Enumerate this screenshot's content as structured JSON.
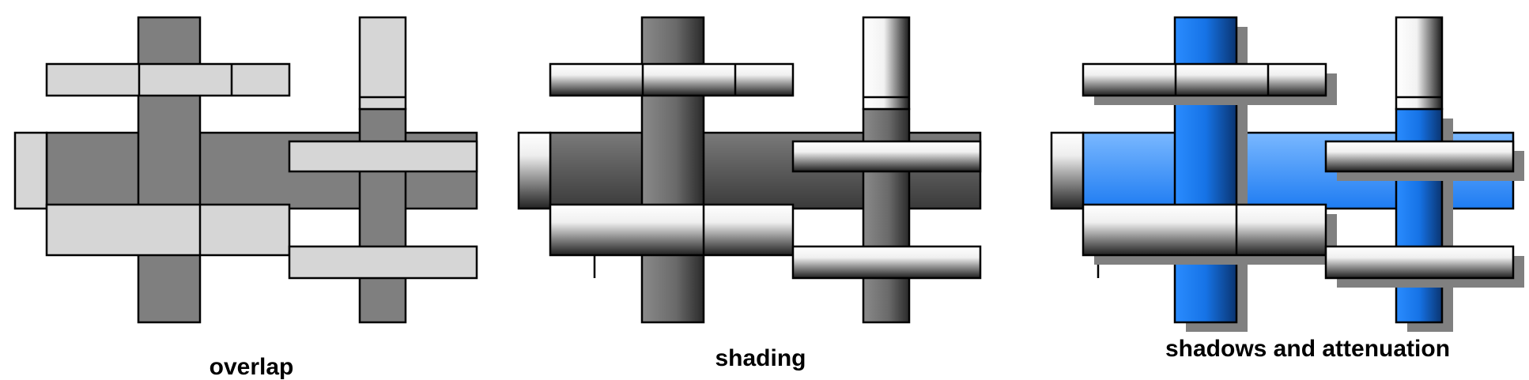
{
  "figure": {
    "panels": [
      {
        "caption": "overlap",
        "style": "flat"
      },
      {
        "caption": "shading",
        "style": "shaded"
      },
      {
        "caption": "shadows and attenuation",
        "style": "shaded-shadow"
      }
    ],
    "colors": {
      "flat_dark": "#7f7f7f",
      "flat_light": "#d6d6d6",
      "shadow": "#808080",
      "blue_light": "#7ab8ff",
      "blue_mid": "#1e7cf2",
      "blue_dark": "#0c3f86",
      "outline": "#000000"
    }
  }
}
